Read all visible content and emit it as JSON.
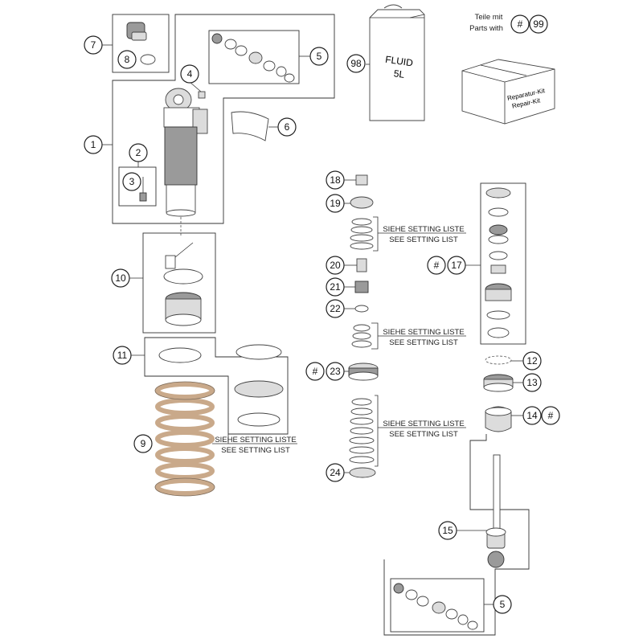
{
  "note": {
    "line1": "Teile mit",
    "line2": "Parts with",
    "hash": "#",
    "ref": "99"
  },
  "can": {
    "callout": "98",
    "text_line1": "FLUID",
    "text_line2": "5L"
  },
  "kit": {
    "text_line1": "Reparatur-Kit",
    "text_line2": "Repair-Kit"
  },
  "setting": {
    "de": "SIEHE SETTING LISTE",
    "en": "SEE SETTING LIST"
  },
  "hash": "#",
  "callouts": {
    "c1": "1",
    "c2": "2",
    "c3": "3",
    "c4": "4",
    "c5": "5",
    "c5b": "5",
    "c6": "6",
    "c7": "7",
    "c8": "8",
    "c9": "9",
    "c10": "10",
    "c11": "11",
    "c12": "12",
    "c13": "13",
    "c14": "14",
    "c15": "15",
    "c17": "17",
    "c18": "18",
    "c19": "19",
    "c20": "20",
    "c21": "21",
    "c22": "22",
    "c23": "23",
    "c24": "24"
  },
  "colors": {
    "spring": "#c9a98a",
    "line": "#333333"
  }
}
